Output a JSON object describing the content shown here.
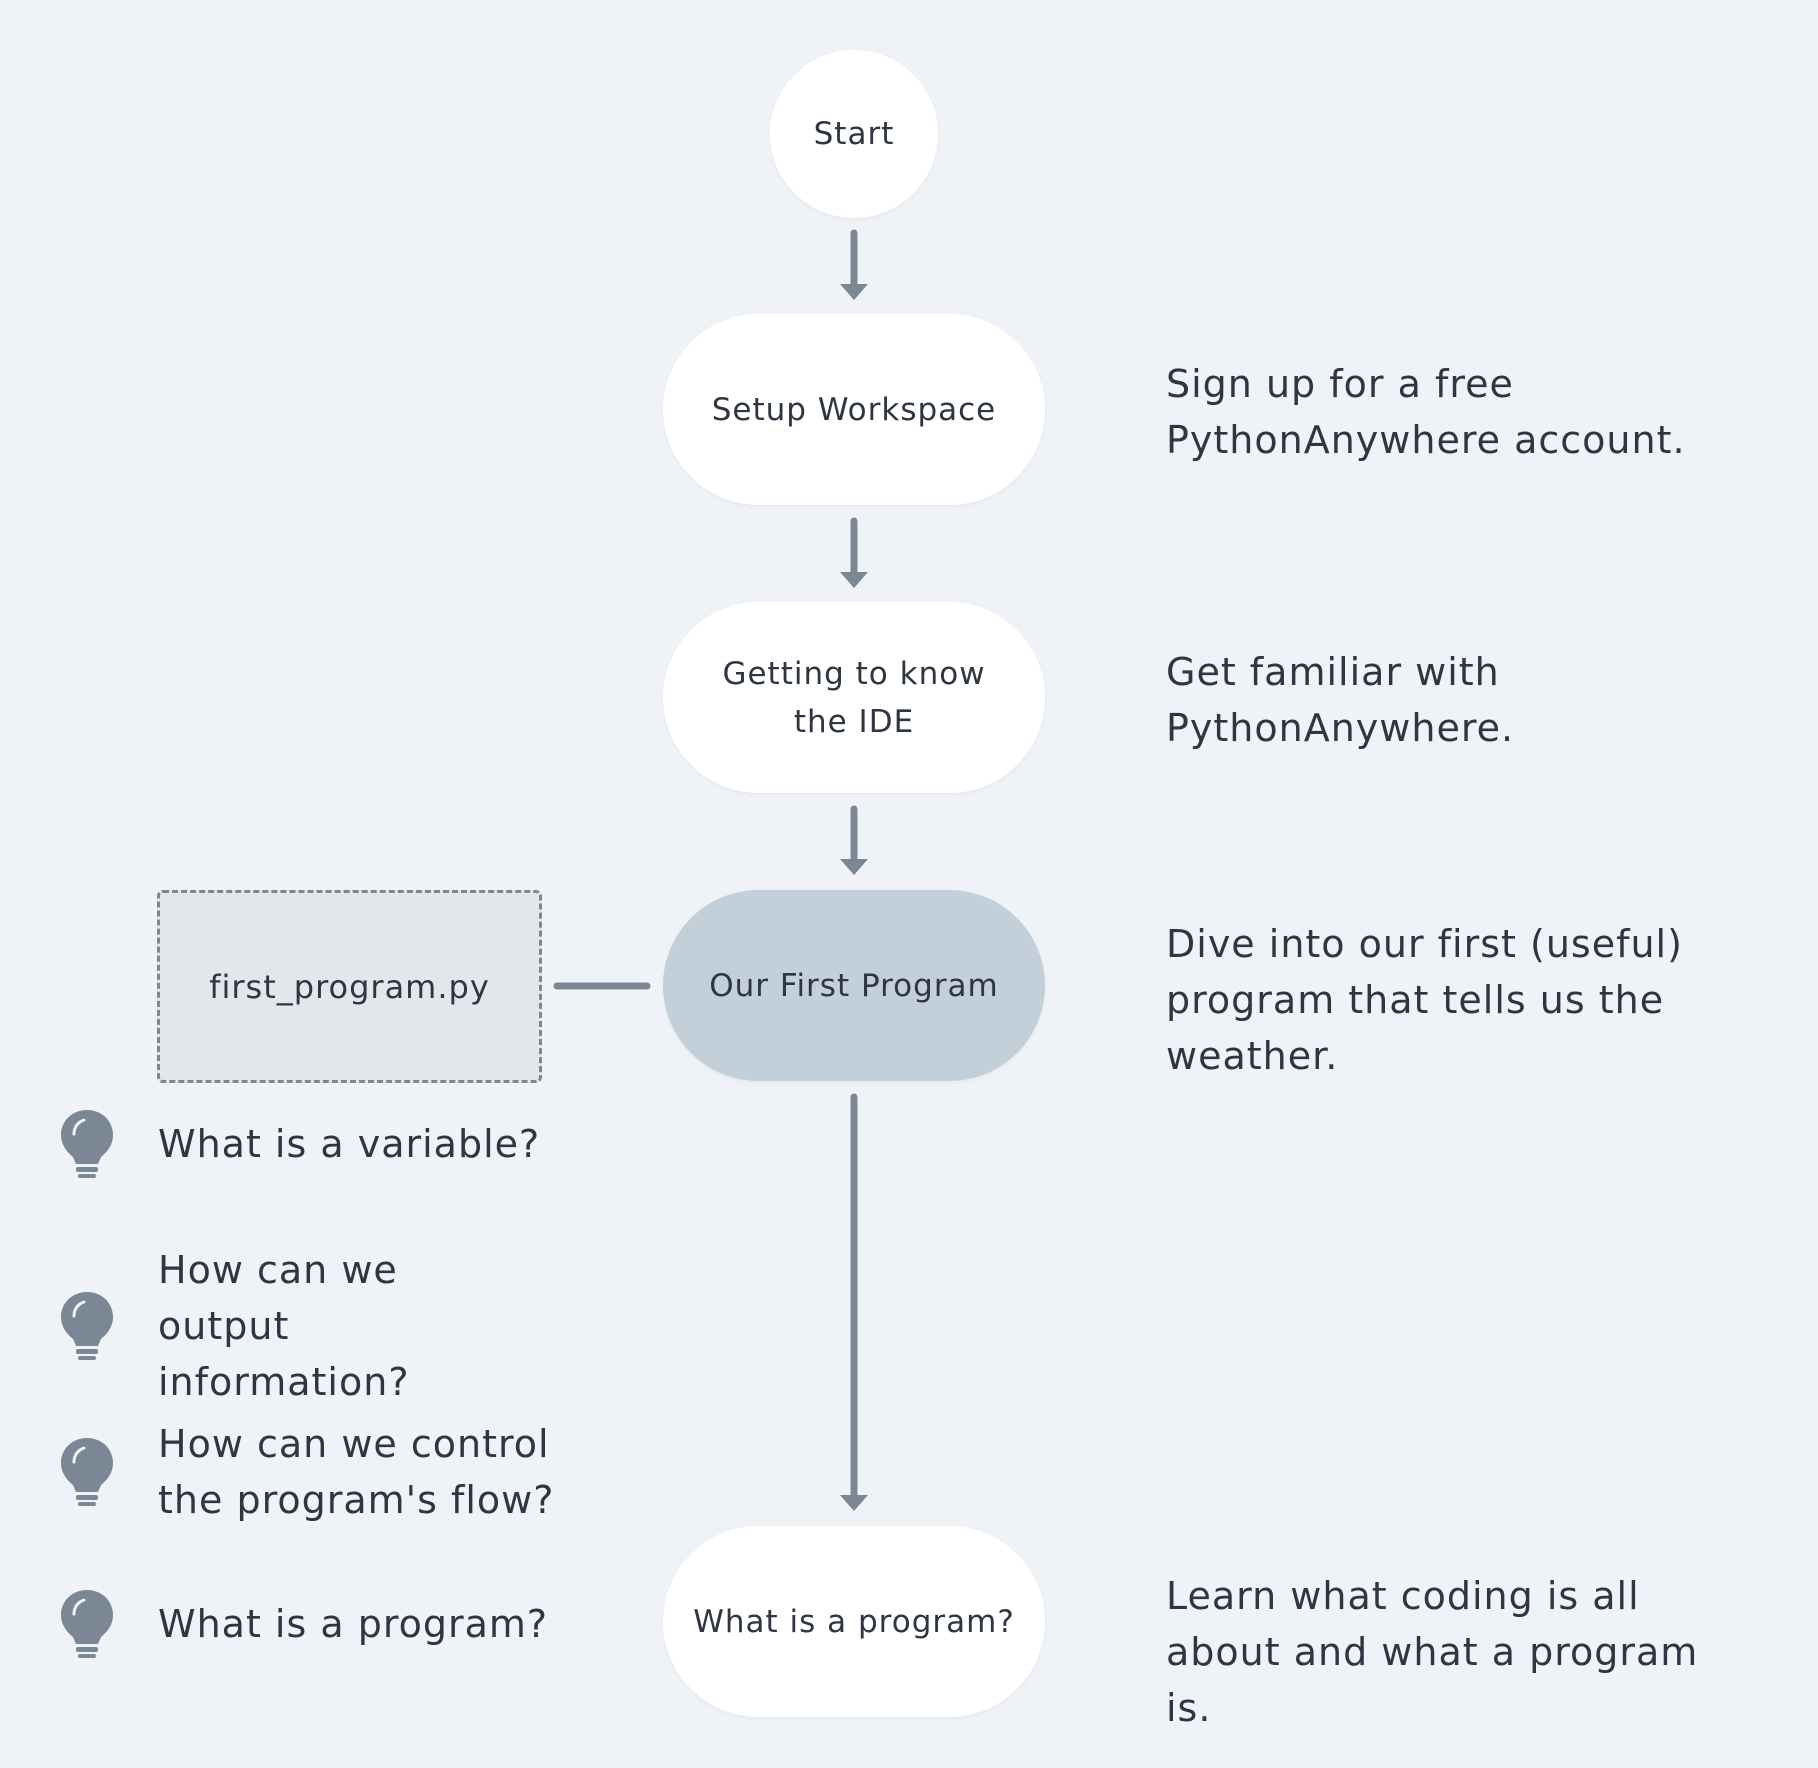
{
  "colors": {
    "background": "#eff3f7",
    "node": "#ffffff",
    "highlight_node": "#c3cfd9",
    "file_box": "#e3e7eb",
    "connector": "#7b8794",
    "text": "#2d3642"
  },
  "flow": {
    "start": "Start",
    "setup": "Setup Workspace",
    "ide": "Getting to know the IDE",
    "first_program": "Our First Program",
    "what_is_program": "What is a program?"
  },
  "file": {
    "name": "first_program.py"
  },
  "descriptions": {
    "setup": "Sign up for a free PythonAnywhere account.",
    "ide": "Get familiar with PythonAnywhere.",
    "first_program": "Dive into our first (useful) program that tells us the weather.",
    "what_is_program": "Learn what coding is all about and what a program is."
  },
  "questions": [
    {
      "icon": "lightbulb-icon",
      "text": "What is a variable?"
    },
    {
      "icon": "lightbulb-icon",
      "text": "How can we output information?"
    },
    {
      "icon": "lightbulb-icon",
      "text": "How can we control the program's flow?"
    },
    {
      "icon": "lightbulb-icon",
      "text": "What is a program?"
    }
  ]
}
